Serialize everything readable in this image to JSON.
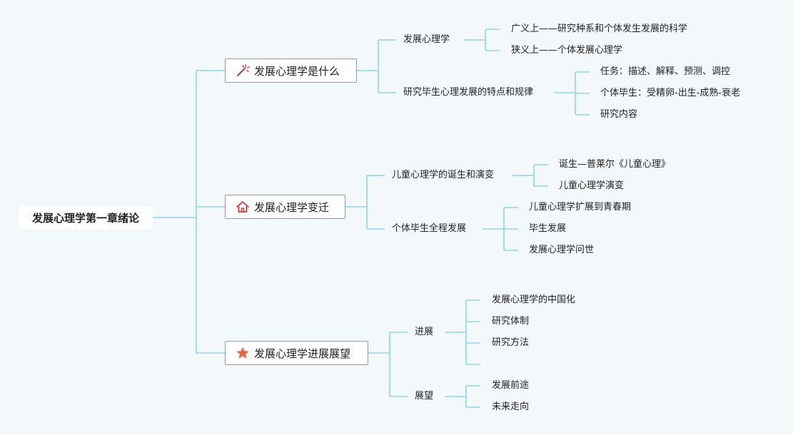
{
  "root": {
    "label": "发展心理学第一章绪论"
  },
  "branches": [
    {
      "label": "发展心理学是什么",
      "icon": "magic-wand-icon",
      "children": [
        {
          "label": "发展心理学",
          "children": [
            "广义上——研究种系和个体发生发展的科学",
            "狭义上——个体发展心理学"
          ]
        },
        {
          "label": "研究毕生心理发展的特点和规律",
          "children": [
            "任务：描述、解释、预测、调控",
            "个体毕生：受精卵-出生-成熟-衰老",
            "研究内容"
          ]
        }
      ]
    },
    {
      "label": "发展心理学变迁",
      "icon": "house-icon",
      "children": [
        {
          "label": "儿童心理学的诞生和演变",
          "children": [
            "诞生—普莱尔《儿童心理》",
            "儿童心理学演变"
          ]
        },
        {
          "label": "个体毕生全程发展",
          "children": [
            "儿童心理学扩展到青春期",
            "毕生发展",
            "发展心理学问世"
          ]
        }
      ]
    },
    {
      "label": "发展心理学进展展望",
      "icon": "star-icon",
      "children": [
        {
          "label": "进展",
          "children": [
            "发展心理学的中国化",
            "研究体制",
            "研究方法",
            ""
          ]
        },
        {
          "label": "展望",
          "children": [
            "发展前途",
            "未来走向"
          ]
        }
      ]
    }
  ],
  "colors": {
    "line": "#8fd4ec",
    "background": "#f3f9fb",
    "wand": "#d9363e",
    "house": "#d9363e",
    "star": "#e8683c"
  }
}
